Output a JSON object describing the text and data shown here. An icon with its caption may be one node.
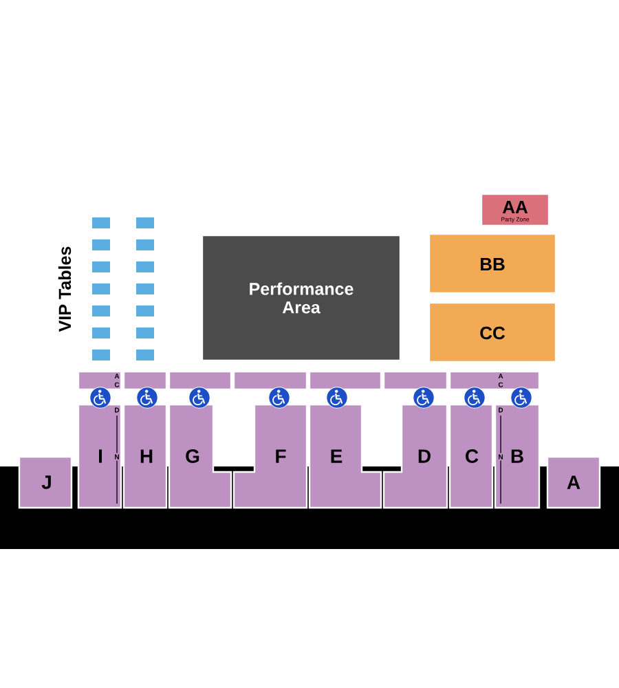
{
  "diagram": {
    "nodes": [
      {
        "text": [
          "AA",
          "Party Zone"
        ]
      },
      {
        "text": [
          "Performance Area"
        ]
      },
      {
        "text": [
          "BB"
        ]
      },
      {
        "text": [
          "CC"
        ]
      },
      {
        "text": [
          "A",
          "C"
        ]
      },
      {
        "text": [],
        "shape": "box"
      },
      {
        "text": [],
        "shape": "box"
      },
      {
        "text": [],
        "shape": "box"
      },
      {
        "text": [],
        "shape": "box"
      },
      {
        "text": [],
        "shape": "box"
      },
      {
        "text": [
          "A",
          "C"
        ]
      },
      {
        "text": [
          "J"
        ]
      },
      {
        "text": [
          "I",
          "D",
          "N"
        ]
      },
      {
        "text": [
          "H"
        ]
      },
      {
        "text": [
          "G"
        ]
      },
      {
        "text": [
          "F"
        ]
      },
      {
        "text": [
          "E"
        ]
      },
      {
        "text": [
          "D"
        ]
      },
      {
        "text": [
          "C"
        ]
      },
      {
        "text": [
          "B",
          "D",
          "N"
        ]
      },
      {
        "text": [
          "A"
        ]
      }
    ],
    "labels": [
      "VIP Tables"
    ]
  }
}
